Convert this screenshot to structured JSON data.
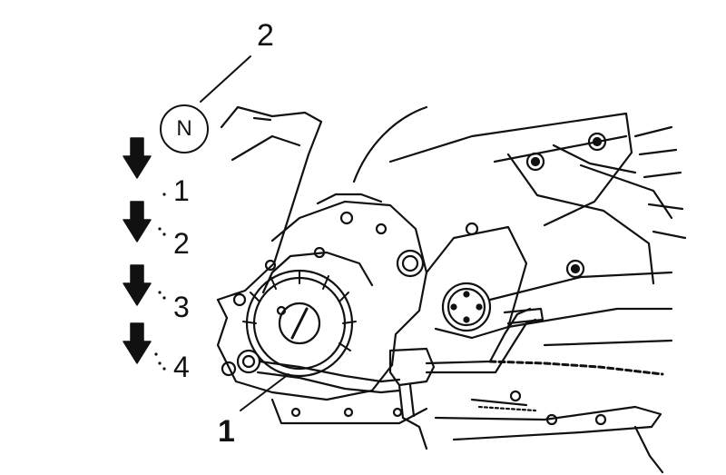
{
  "callouts": {
    "top": "2",
    "bottom": "1"
  },
  "neutral_symbol": "N",
  "gears": [
    "1",
    "2",
    "3",
    "4"
  ],
  "icons": {
    "shift_arrow": "down-arrow-icon"
  },
  "colors": {
    "line": "#111111",
    "background": "#ffffff"
  }
}
